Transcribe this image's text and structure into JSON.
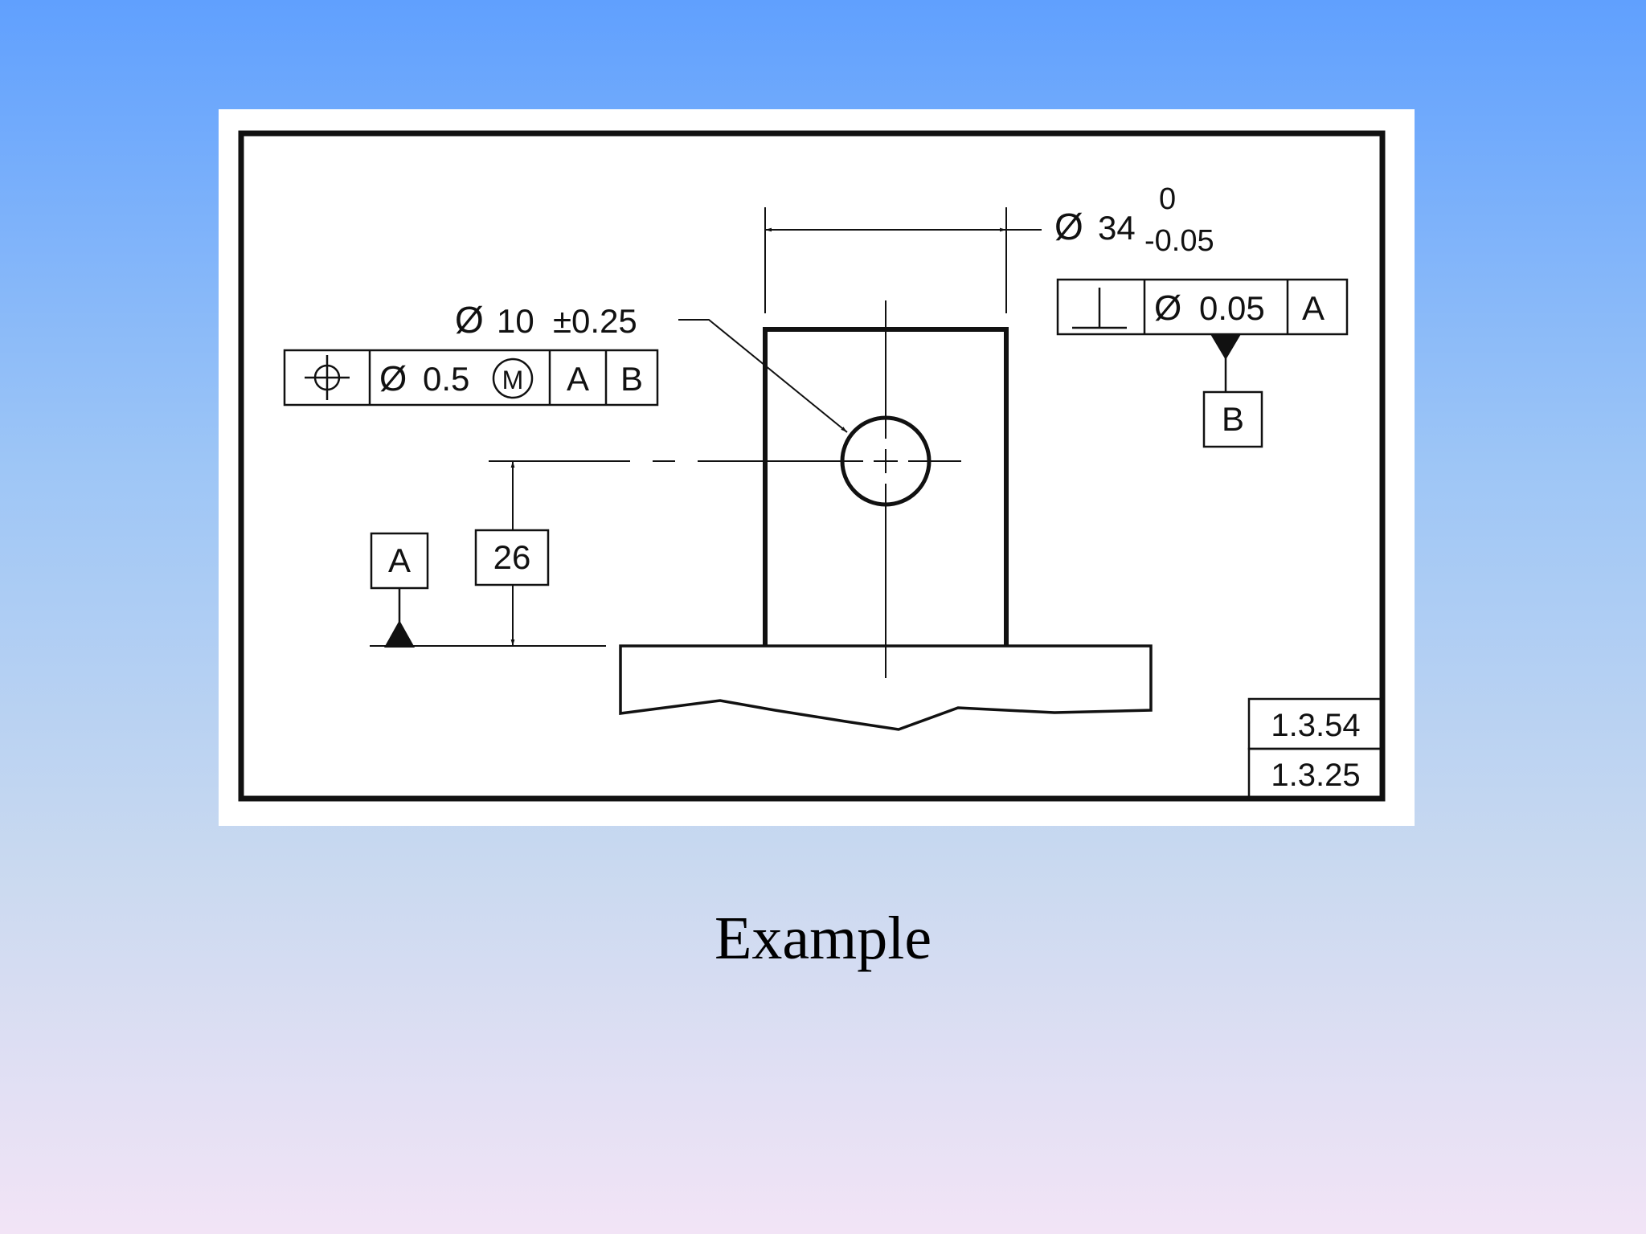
{
  "caption": "Example",
  "drawing": {
    "hole_callout": {
      "diameter_symbol": "Ø",
      "size": "10",
      "tolerance": "±0.25"
    },
    "shaft_callout": {
      "diameter_symbol": "Ø",
      "size": "34",
      "upper_deviation": "0",
      "lower_deviation": "-0.05"
    },
    "position_frame": {
      "characteristic": "position-icon",
      "diameter_symbol": "Ø",
      "tolerance": "0.5",
      "modifier": "M",
      "datum_primary": "A",
      "datum_secondary": "B"
    },
    "perpendicularity_frame": {
      "characteristic": "perpendicularity-icon",
      "diameter_symbol": "Ø",
      "tolerance": "0.05",
      "datum": "A"
    },
    "datum_a_label": "A",
    "datum_b_label": "B",
    "height_dimension": "26",
    "reference_codes": [
      "1.3.54",
      "1.3.25"
    ]
  }
}
